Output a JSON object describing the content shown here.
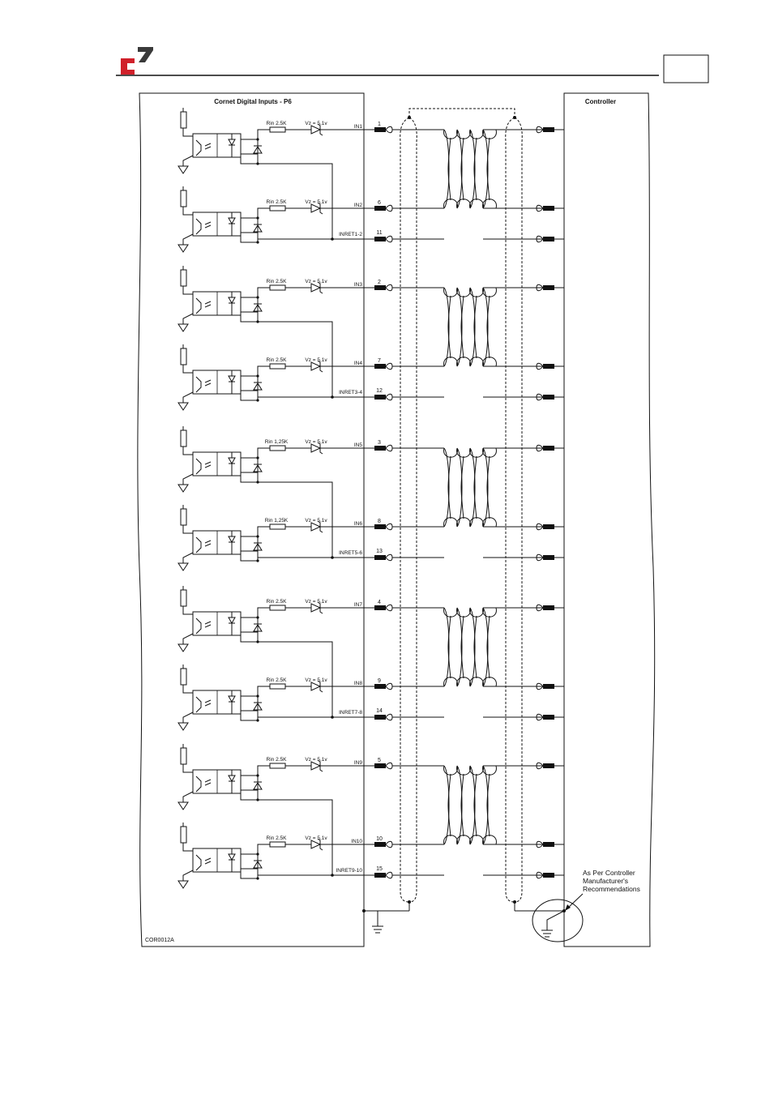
{
  "header": {
    "logo": "red-black-corner-logo",
    "page_box": ""
  },
  "left_panel": {
    "title": "Cornet Digital Inputs - P6"
  },
  "right_panel": {
    "title": "Controller"
  },
  "note": [
    "As Per Controller",
    "Manufacturer's",
    "Recommendations"
  ],
  "figure_id": "COR0012A",
  "channels": [
    {
      "input": "IN1",
      "pin": "1",
      "rin": "Rin 2.5K",
      "vz": "Vz = 5,1v"
    },
    {
      "input": "IN2",
      "pin": "6",
      "rin": "Rin 2.5K",
      "vz": "Vz = 5,1v",
      "ret": "INRET1-2",
      "ret_pin": "11"
    },
    {
      "input": "IN3",
      "pin": "2",
      "rin": "Rin 2.5K",
      "vz": "Vz = 5,1v"
    },
    {
      "input": "IN4",
      "pin": "7",
      "rin": "Rin 2.5K",
      "vz": "Vz = 5,1v",
      "ret": "INRET3-4",
      "ret_pin": "12"
    },
    {
      "input": "IN5",
      "pin": "3",
      "rin": "Rin 1,25K",
      "vz": "Vz = 5,1v"
    },
    {
      "input": "IN6",
      "pin": "8",
      "rin": "Rin 1,25K",
      "vz": "Vz = 5,1v",
      "ret": "INRET5-6",
      "ret_pin": "13"
    },
    {
      "input": "IN7",
      "pin": "4",
      "rin": "Rin 2.5K",
      "vz": "Vz = 5,1v"
    },
    {
      "input": "IN8",
      "pin": "9",
      "rin": "Rin 2.5K",
      "vz": "Vz = 5,1v",
      "ret": "INRET7-8",
      "ret_pin": "14"
    },
    {
      "input": "IN9",
      "pin": "5",
      "rin": "Rin 2.5K",
      "vz": "Vz = 5,1v"
    },
    {
      "input": "IN10",
      "pin": "10",
      "rin": "Rin 2.5K",
      "vz": "Vz = 5,1v",
      "ret": "INRET9-10",
      "ret_pin": "15"
    }
  ],
  "colors": {
    "logo_red": "#d0202a",
    "logo_dark": "#3a3a3a",
    "line": "#111111"
  }
}
